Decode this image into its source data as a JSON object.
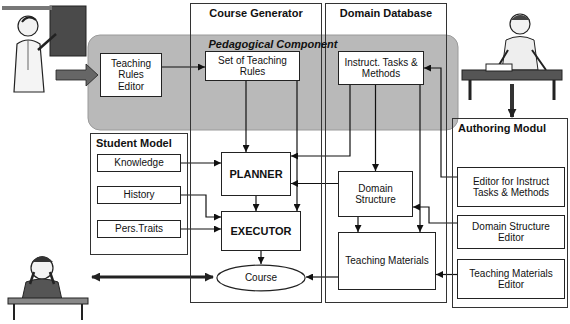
{
  "diagram": {
    "nodes": [
      {
        "text": [
          "Course Generator"
        ]
      },
      {
        "text": [
          "Domain Database"
        ]
      },
      {
        "text": [
          "Pedagogical Component"
        ]
      },
      {
        "text": [
          "Teaching Rules Editor"
        ],
        "in": 2
      },
      {
        "text": [
          "Set of Teaching Rules"
        ],
        "in": 2
      },
      {
        "text": [
          "Instruct. Tasks & Methods"
        ],
        "in": 2
      },
      {
        "text": [
          "Student Model"
        ]
      },
      {
        "text": [
          "Knowledge"
        ],
        "in": 6
      },
      {
        "text": [
          "History"
        ],
        "in": 6
      },
      {
        "text": [
          "Pers.Traits"
        ],
        "in": 6
      },
      {
        "text": [
          "PLANNER"
        ],
        "in": 0
      },
      {
        "text": [
          "EXECUTOR"
        ],
        "in": 0
      },
      {
        "text": [
          "Course"
        ],
        "in": 0
      },
      {
        "text": [
          "Domain Structure"
        ],
        "in": 1
      },
      {
        "text": [
          "Teaching Materials"
        ],
        "in": 1
      },
      {
        "text": [
          "Authoring Modul"
        ]
      },
      {
        "text": [
          "Editor for Instruct Tasks & Methods"
        ],
        "in": 15
      },
      {
        "text": [
          "Domain Structure Editor"
        ],
        "in": 15
      },
      {
        "text": [
          "Teaching Materials Editor"
        ],
        "in": 15
      }
    ],
    "edges": [
      {
        "from": 3,
        "to": 4,
        "arrow": "to"
      },
      {
        "from": 4,
        "to": 10,
        "arrow": "to"
      },
      {
        "from": 4,
        "to": 11,
        "arrow": "to"
      },
      {
        "from": 5,
        "to": 10,
        "arrow": "to"
      },
      {
        "from": 5,
        "to": 13,
        "arrow": "to"
      },
      {
        "from": 5,
        "to": 14,
        "arrow": "to"
      },
      {
        "from": 7,
        "to": 10,
        "arrow": "to"
      },
      {
        "from": 8,
        "to": 11,
        "arrow": "to"
      },
      {
        "from": 9,
        "to": 11,
        "arrow": "to"
      },
      {
        "from": 10,
        "to": 11,
        "arrow": "to"
      },
      {
        "from": 11,
        "to": 12,
        "arrow": "to"
      },
      {
        "from": 13,
        "to": 10,
        "arrow": "to"
      },
      {
        "from": 13,
        "to": 14,
        "arrow": "to"
      },
      {
        "from": 14,
        "to": 12,
        "arrow": "to"
      },
      {
        "from": 16,
        "to": 5,
        "arrow": "to"
      },
      {
        "from": 17,
        "to": 13,
        "arrow": "to"
      },
      {
        "from": 18,
        "to": 14,
        "arrow": "to"
      }
    ]
  }
}
